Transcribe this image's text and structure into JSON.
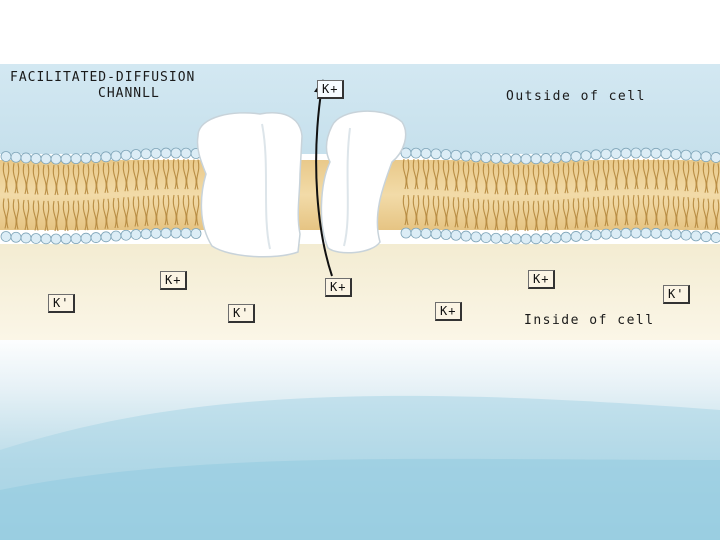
{
  "diagram": {
    "title_line1": "FACILITATED-DIFFUSION",
    "title_line2": "CHANNLL",
    "outside_label": "Outside of cell",
    "inside_label": "Inside of cell",
    "ions": {
      "top": "K+",
      "passing": "K+",
      "left_upper": "K+",
      "left_lower": "K'",
      "center_low": "K'",
      "center_right": "K+",
      "right_upper": "K+",
      "right_far": "K'"
    }
  }
}
